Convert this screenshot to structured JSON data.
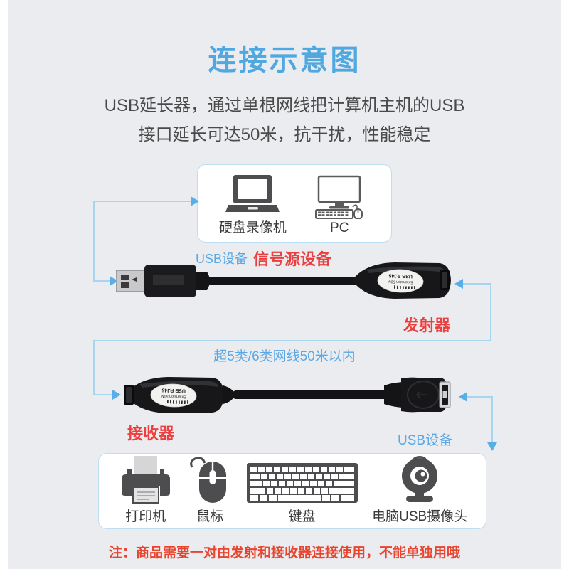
{
  "page": {
    "title": "连接示意图",
    "subtitle_line1": "USB延长器，通过单根网线把计算机主机的USB",
    "subtitle_line2": "接口延长可达50米，抗干扰，性能稳定",
    "note": "注：商品需要一对由发射和接收器连接使用，不能单独用哦",
    "background_color": "#ebecef",
    "title_color": "#4fa8e0",
    "note_color": "#e8452f",
    "accent_blue": "#5aa9e6",
    "accent_red": "#ec3f3f",
    "line_color": "#a7d5f0"
  },
  "source_box": {
    "devices": [
      {
        "icon": "laptop-dvr-icon",
        "label": "硬盘录像机"
      },
      {
        "icon": "desktop-pc-icon",
        "label": "PC"
      }
    ],
    "caption_blue": "USB设备",
    "caption_red": "信号源设备"
  },
  "transmitter": {
    "label": "发射器",
    "sticker_line1": "USB RJ45",
    "sticker_line2": "Extension 50M",
    "connector": "usb-a-male-plug"
  },
  "link": {
    "label": "超5类/6类网线50米以内"
  },
  "receiver": {
    "label": "接收器",
    "sticker_line1": "USB RJ45",
    "sticker_line2": "Extension 50M",
    "connector": "usb-a-female-socket",
    "caption_blue": "USB设备"
  },
  "peripheral_box": {
    "devices": [
      {
        "icon": "printer-icon",
        "label": "打印机"
      },
      {
        "icon": "mouse-icon",
        "label": "鼠标"
      },
      {
        "icon": "keyboard-icon",
        "label": "键盘"
      },
      {
        "icon": "webcam-icon",
        "label": "电脑USB摄像头"
      }
    ]
  }
}
